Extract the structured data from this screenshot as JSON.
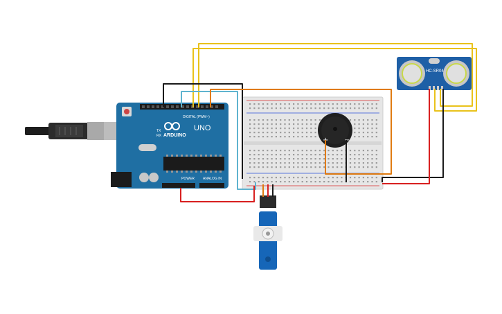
{
  "arduino": {
    "brand": "ARDUINO",
    "model": "UNO",
    "digital_header_label": "DIGITAL (PWM~)",
    "power_label": "POWER",
    "analog_label": "ANALOG IN",
    "tx_label": "TX",
    "rx_label": "RX"
  },
  "sensor": {
    "model": "HC-SR04"
  },
  "buzzer": {
    "plus": "+",
    "minus": "−"
  },
  "colors": {
    "board": "#1f6fa3",
    "board_dark": "#165a86",
    "breadboard": "#e6e6e6",
    "rail_red": "#d92a2a",
    "rail_blue": "#2a4fd9",
    "wire_yellow": "#e9c21b",
    "wire_orange": "#e07b10",
    "wire_cyan": "#5fb3cf",
    "wire_black": "#1a1a1a",
    "wire_red": "#d82020",
    "servo": "#1666b8"
  }
}
